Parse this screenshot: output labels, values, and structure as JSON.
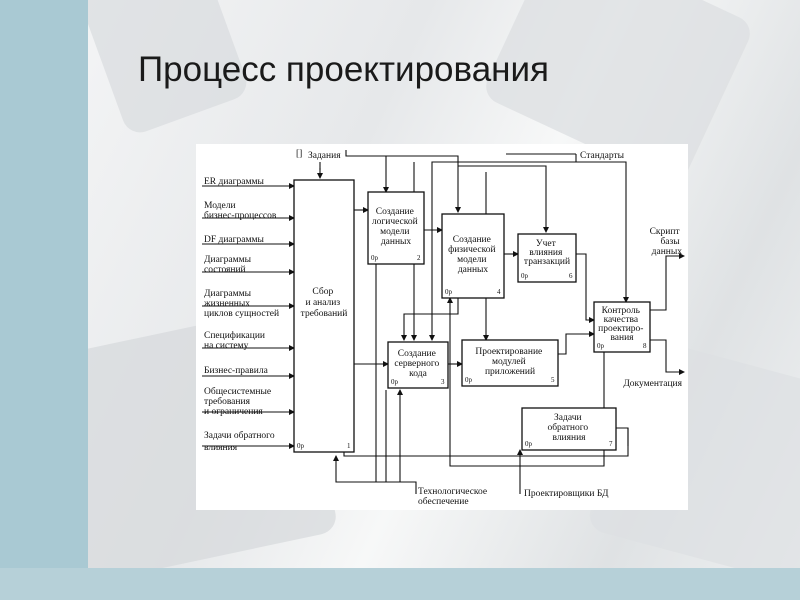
{
  "title": "Процесс проектирования",
  "diagram": {
    "controls": {
      "tasks_mark": "[]",
      "tasks": "Задания",
      "standards": "Стандарты"
    },
    "inputs": [
      [
        "ER диаграммы"
      ],
      [
        "Модели",
        "бизнес-процессов"
      ],
      [
        "DF диаграммы"
      ],
      [
        "Диаграммы",
        "состояний"
      ],
      [
        "Диаграммы",
        "жизненных",
        "циклов сущностей"
      ],
      [
        "Спецификации",
        "на систему"
      ],
      [
        "Бизнес-правила"
      ],
      [
        "Общесистемные",
        "требования",
        "и ограничения"
      ],
      [
        "Задачи обратного",
        "влияния"
      ]
    ],
    "outputs": {
      "script": [
        "Скрипт",
        "базы",
        "данных"
      ],
      "documentation": "Документация"
    },
    "mechanisms": {
      "tech": [
        "Технологическое",
        "обеспечение"
      ],
      "designers": "Проектировщики БД"
    },
    "boxes": [
      {
        "label": [
          "Сбор",
          "и анализ",
          "требований"
        ],
        "cost": "0р",
        "num": "1"
      },
      {
        "label": [
          "Создание",
          "логической",
          "модели",
          "данных"
        ],
        "cost": "0р",
        "num": "2"
      },
      {
        "label": [
          "Создание",
          "физической",
          "модели",
          "данных"
        ],
        "cost": "0р",
        "num": "4"
      },
      {
        "label": [
          "Учет",
          "влияния",
          "транзакций"
        ],
        "cost": "0р",
        "num": "6"
      },
      {
        "label": [
          "Контроль",
          "качества",
          "проектиро-",
          "вания"
        ],
        "cost": "0р",
        "num": "8"
      },
      {
        "label": [
          "Создание",
          "серверного",
          "кода"
        ],
        "cost": "0р",
        "num": "3"
      },
      {
        "label": [
          "Проектирование",
          "модулей",
          "приложений"
        ],
        "cost": "0р",
        "num": "5"
      },
      {
        "label": [
          "Задачи",
          "обратного",
          "влияния"
        ],
        "cost": "0р",
        "num": "7"
      }
    ]
  }
}
